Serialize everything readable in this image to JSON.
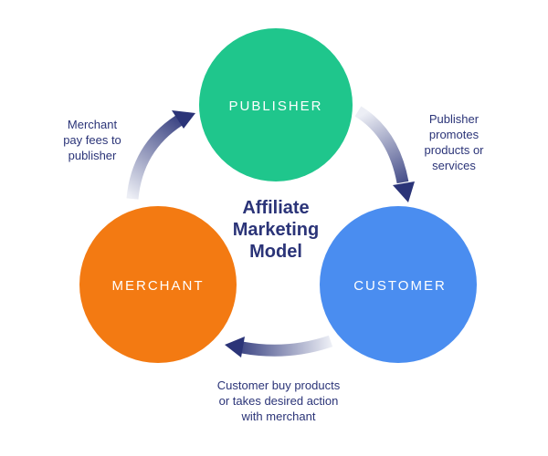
{
  "title": {
    "line1": "Affiliate",
    "line2": "Marketing",
    "line3": "Model"
  },
  "nodes": {
    "publisher": {
      "label": "PUBLISHER",
      "color": "#1fc68c"
    },
    "customer": {
      "label": "CUSTOMER",
      "color": "#4a8df0"
    },
    "merchant": {
      "label": "MERCHANT",
      "color": "#f37a12"
    }
  },
  "flows": {
    "publisher_to_customer": {
      "line1": "Publisher",
      "line2": "promotes",
      "line3": "products or",
      "line4": "services"
    },
    "customer_to_merchant": {
      "line1": "Customer buy products",
      "line2": "or takes desired action",
      "line3": "with merchant"
    },
    "merchant_to_publisher": {
      "line1": "Merchant",
      "line2": "pay fees to",
      "line3": "publisher"
    }
  },
  "colors": {
    "arrow_dark": "#2b3478",
    "arrow_light": "#e6e8f2",
    "text": "#2b3478"
  }
}
